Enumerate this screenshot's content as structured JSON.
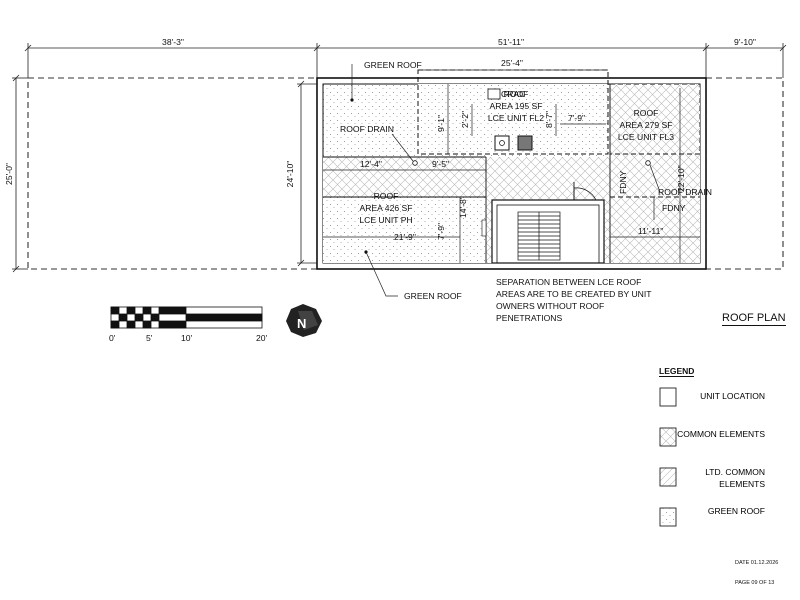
{
  "sheet": {
    "title": "ROOF PLAN",
    "date": "DATE 01.12.2026",
    "page": "PAGE 09 OF 13"
  },
  "dimensions": {
    "overall_left": "38'-3\"",
    "overall_middle": "51'-11\"",
    "overall_right": "9'-10\"",
    "left_height": "25'-0\"",
    "building_height": "24'-10\"",
    "top_inner": "25'-4\"",
    "d_9_1": "9'-1\"",
    "d_2_2": "2'-2\"",
    "d_8_7": "8'-7\"",
    "d_7_9_top": "7'-9\"",
    "d_12_4": "12'-4\"",
    "d_9_5": "9'-5\"",
    "d_14_8": "14'-8\"",
    "d_7_9_mid": "7'-9\"",
    "d_21_9": "21'-9\"",
    "d_22_10": "22'-10\"",
    "d_11_11": "11'-11\""
  },
  "labels": {
    "green_roof_top": "GREEN ROOF",
    "green_roof_bottom": "GREEN ROOF",
    "roof_drain_left": "ROOF DRAIN",
    "roof_drain_right": "ROOF DRAIN",
    "fdny_vertical": "FDNY",
    "fdny_horizontal": "FDNY",
    "ac": "CRAC",
    "note": "SEPARATION BETWEEN LCE ROOF AREAS ARE TO BE CREATED BY UNIT OWNERS WITHOUT ROOF PENETRATIONS"
  },
  "areas": [
    {
      "line1": "ROOF",
      "line2": "AREA 195 SF",
      "line3": "LCE UNIT FL2"
    },
    {
      "line1": "ROOF",
      "line2": "AREA 279 SF",
      "line3": "LCE UNIT FL3"
    },
    {
      "line1": "ROOF",
      "line2": "AREA 426 SF",
      "line3": "LCE UNIT PH"
    }
  ],
  "scale_bar": {
    "ticks": [
      "0'",
      "5'",
      "10'",
      "20'"
    ]
  },
  "north_arrow": {
    "letter": "N"
  },
  "legend": {
    "title": "LEGEND",
    "items": [
      {
        "label": "UNIT LOCATION",
        "pattern": "blank"
      },
      {
        "label": "COMMON ELEMENTS",
        "pattern": "crosshatch"
      },
      {
        "label": "LTD. COMMON ELEMENTS",
        "pattern": "diagonal"
      },
      {
        "label": "GREEN ROOF",
        "pattern": "stipple"
      }
    ]
  }
}
